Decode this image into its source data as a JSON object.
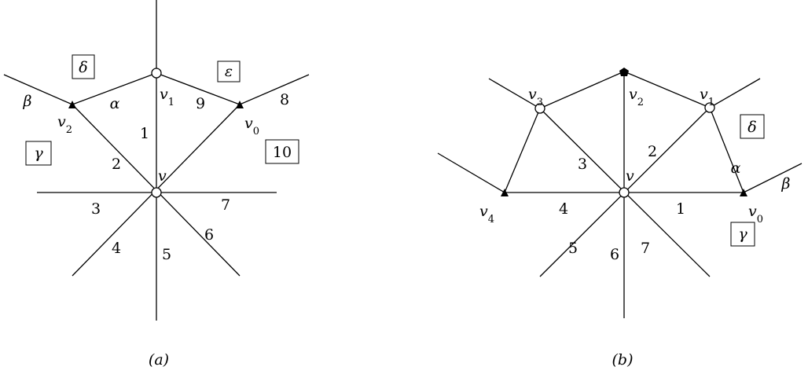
{
  "panel_a": {
    "caption": "(a)",
    "vertex_labels": {
      "v": "v",
      "v0": "v0",
      "v1": "v1",
      "v2": "v2"
    },
    "edge_labels": {
      "e1": "1",
      "e2": "2",
      "e3": "3",
      "e4": "4",
      "e5": "5",
      "e6": "6",
      "e7": "7",
      "e8": "8",
      "e9": "9"
    },
    "boxed_labels": {
      "delta": "δ",
      "epsilon": "ε",
      "gamma": "γ",
      "ten": "10"
    },
    "greek_labels": {
      "alpha": "α",
      "beta": "β"
    }
  },
  "panel_b": {
    "caption": "(b)",
    "vertex_labels": {
      "v": "v",
      "v0": "v0",
      "v1": "v1",
      "v2": "v2",
      "v3": "v3",
      "v4": "v4"
    },
    "edge_labels": {
      "e1": "1",
      "e2": "2",
      "e3": "3",
      "e4": "4",
      "e5": "5",
      "e6": "6",
      "e7": "7"
    },
    "boxed_labels": {
      "delta": "δ",
      "gamma": "γ"
    },
    "greek_labels": {
      "alpha": "α",
      "beta": "β"
    }
  }
}
